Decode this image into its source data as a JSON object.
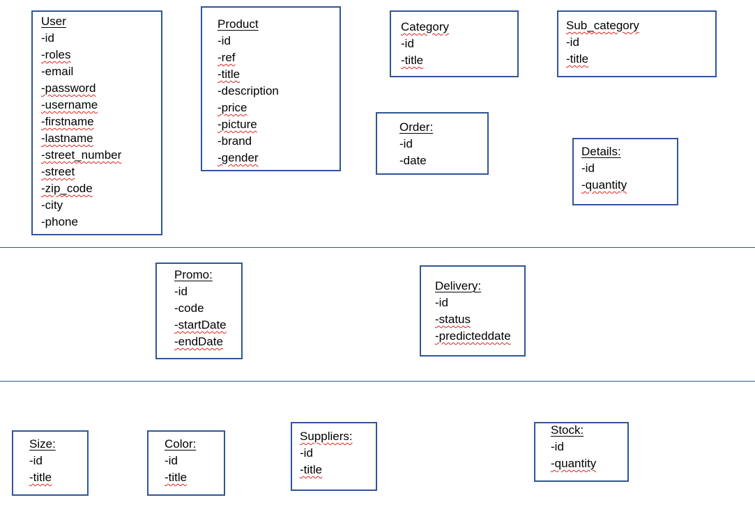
{
  "entities": {
    "user": {
      "title": "User",
      "attrs": [
        "-id",
        "-roles",
        "-email",
        "-password",
        "-username",
        "-firstname",
        "-lastname",
        "-street_number",
        "-street",
        "-zip_code",
        "-city",
        "-phone"
      ]
    },
    "product": {
      "title": "Product",
      "attrs": [
        "-id",
        "-ref",
        "-title",
        "-description",
        "-price",
        "-picture",
        "-brand",
        "-gender"
      ]
    },
    "category": {
      "title": "Category",
      "attrs": [
        "-id",
        "-title"
      ]
    },
    "sub_category": {
      "title": "Sub_category",
      "attrs": [
        "-id",
        "-title"
      ]
    },
    "order": {
      "title": "Order:",
      "attrs": [
        "-id",
        "-date"
      ]
    },
    "details": {
      "title": "Details:",
      "attrs": [
        "-id",
        "-quantity"
      ]
    },
    "promo": {
      "title": "Promo:",
      "attrs": [
        "-id",
        "-code",
        "-startDate",
        "-endDate"
      ]
    },
    "delivery": {
      "title": "Delivery:",
      "attrs": [
        "-id",
        "-status",
        "-predicteddate"
      ]
    },
    "size": {
      "title": "Size:",
      "attrs": [
        "-id",
        "-title"
      ]
    },
    "color": {
      "title": "Color:",
      "attrs": [
        "-id",
        "-title"
      ]
    },
    "suppliers": {
      "title": "Suppliers:",
      "attrs": [
        "-id",
        "-title"
      ]
    },
    "stock": {
      "title": "Stock:",
      "attrs": [
        "-id",
        "-quantity"
      ]
    }
  },
  "colors": {
    "border": "#2f5597",
    "spellcheck": "#e0201b"
  }
}
